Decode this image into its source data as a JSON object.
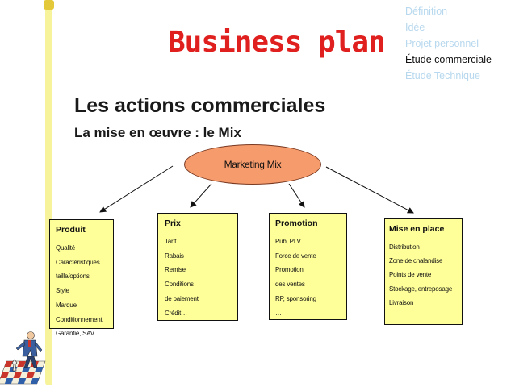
{
  "title": "Business plan",
  "nav": [
    {
      "label": "Définition",
      "active": false
    },
    {
      "label": "Idée",
      "active": false
    },
    {
      "label": "Projet personnel",
      "active": false
    },
    {
      "label": "Étude commerciale",
      "active": true
    },
    {
      "label": "Étude Technique",
      "active": false
    }
  ],
  "heading": "Les actions commerciales",
  "subheading": "La mise en œuvre : le Mix",
  "center": "Marketing Mix",
  "boxes": [
    {
      "title": "Produit",
      "items": [
        "Qualité",
        "Caractéristiques",
        "taille/options",
        "Style",
        "Marque",
        "Conditionnement",
        "Garantie, SAV…."
      ]
    },
    {
      "title": "Prix",
      "items": [
        "Tarif",
        "Rabais",
        "Remise",
        "Conditions",
        "de paiement",
        "Crédit…"
      ]
    },
    {
      "title": "Promotion",
      "items": [
        "Pub, PLV",
        "Force de vente",
        "Promotion",
        "des ventes",
        "RP, sponsoring",
        "…"
      ]
    },
    {
      "title": "Mise en place",
      "items": [
        "Distribution",
        "Zone de chalandise",
        "Points de vente",
        "Stockage, entreposage",
        "Livraison"
      ]
    }
  ],
  "colors": {
    "title": "#e0201e",
    "ellipse": "#f69b6c",
    "box": "#ffff9a",
    "nav_inactive": "#b7d8ee"
  }
}
